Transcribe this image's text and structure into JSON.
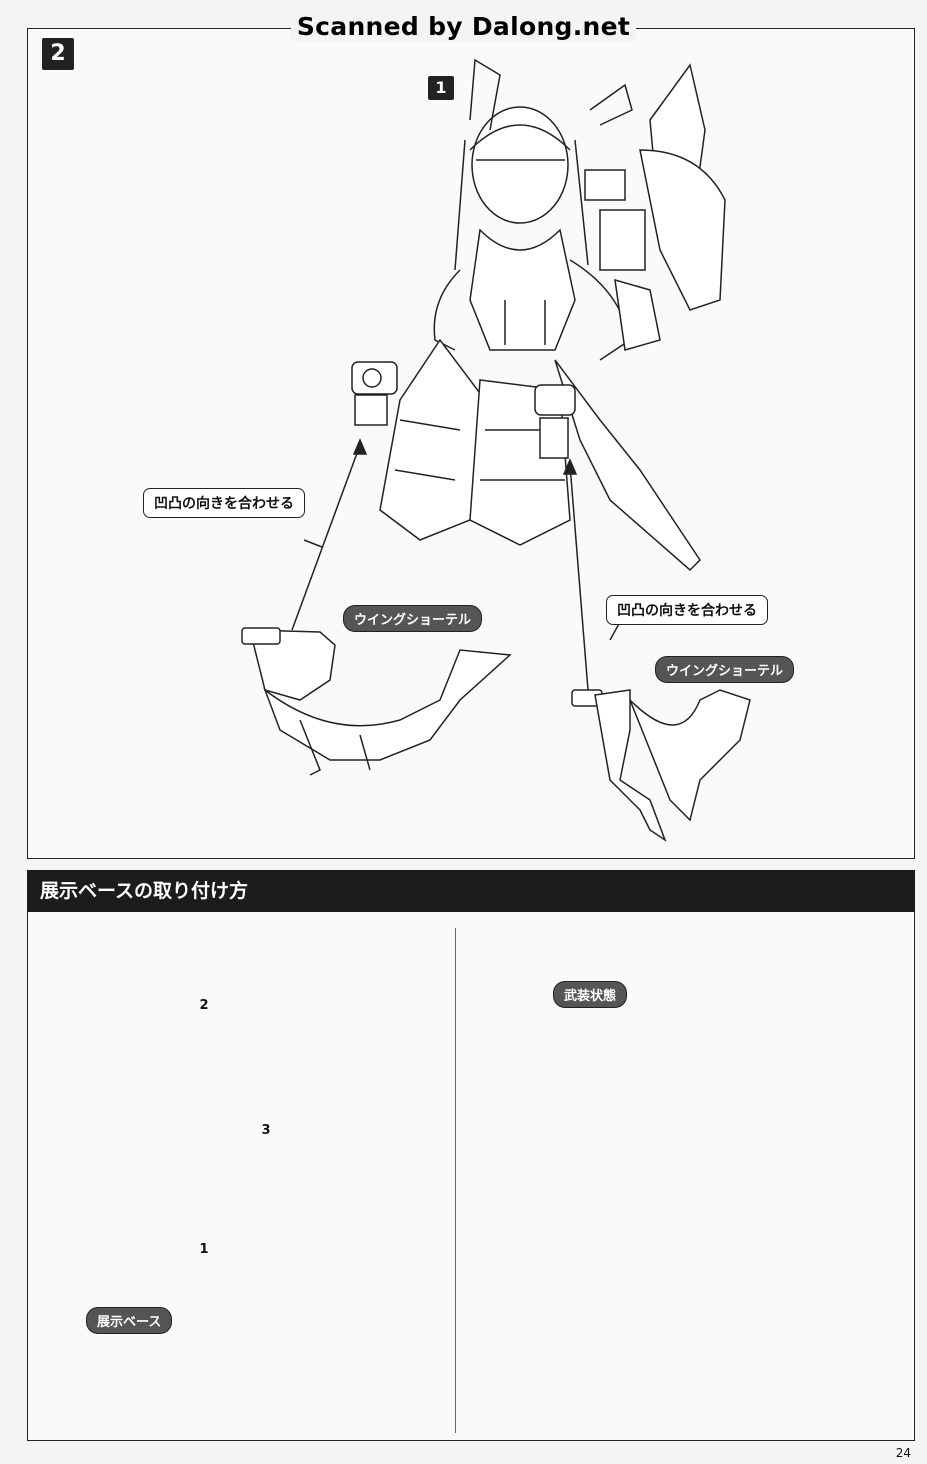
{
  "watermark": "Scanned by Dalong.net",
  "step_badges": {
    "main": "2",
    "sub": "1"
  },
  "callouts": {
    "align_left": "凹凸の向きを合わせる",
    "align_right": "凹凸の向きを合わせる"
  },
  "part_labels": {
    "wing_left": "ウイングショーテル",
    "wing_right": "ウイングショーテル"
  },
  "section_title": "展示ベースの取り付け方",
  "base_labels": {
    "base": "展示ベース",
    "armed": "武装状態"
  },
  "assembly_steps": [
    "1",
    "2",
    "3"
  ],
  "page_number": "24"
}
